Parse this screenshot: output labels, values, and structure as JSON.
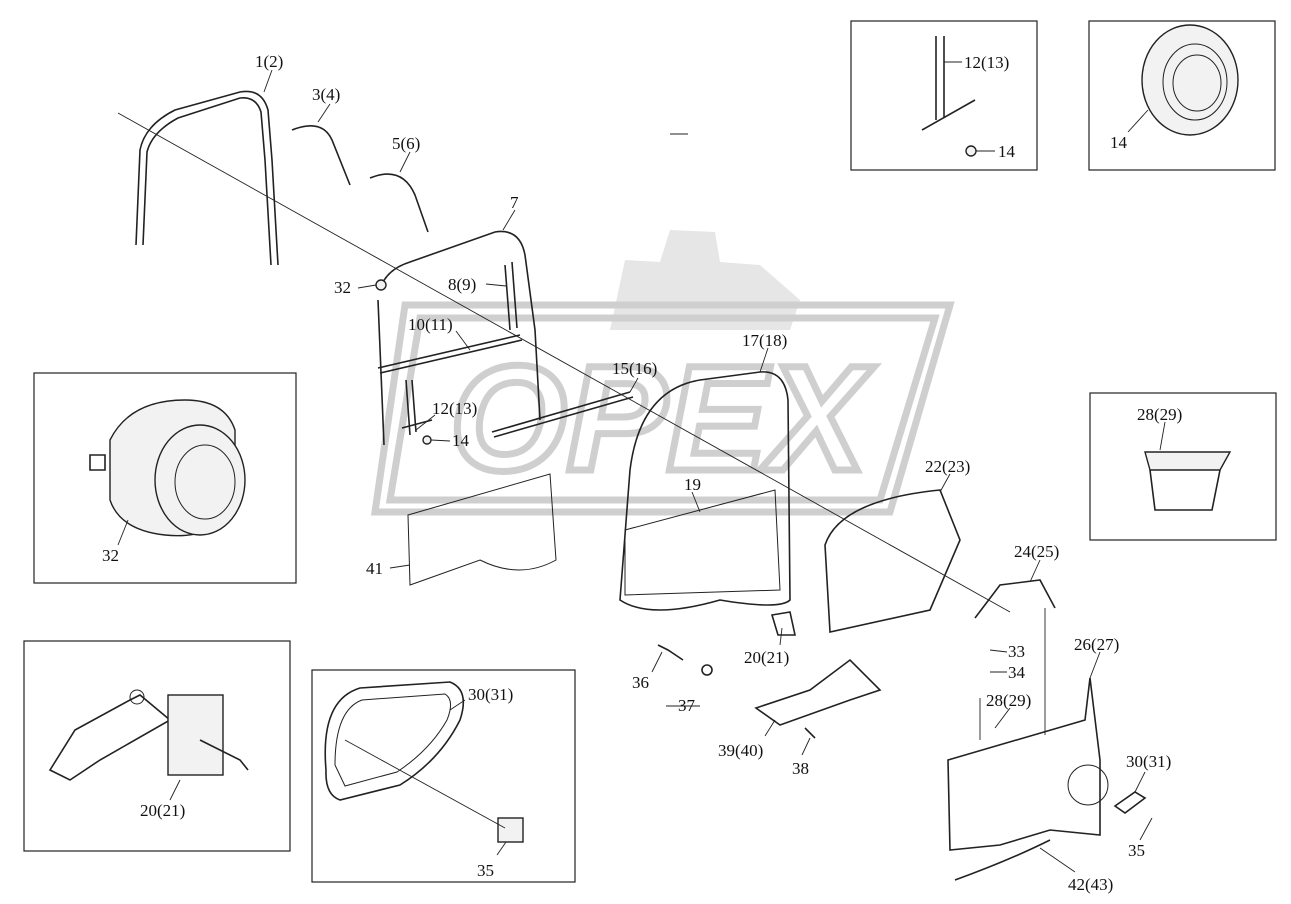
{
  "watermark": {
    "text": "OPEX"
  },
  "callouts": [
    "1(2)",
    "3(4)",
    "5(6)",
    "7",
    "32",
    "8(9)",
    "10(11)",
    "12(13)",
    "14",
    "15(16)",
    "17(18)",
    "19",
    "22(23)",
    "41",
    "20(21)",
    "24(25)",
    "33",
    "34",
    "26(27)",
    "28(29)",
    "36",
    "37",
    "39(40)",
    "38",
    "30(31)",
    "35",
    "42(43)"
  ],
  "insets": {
    "top_right_a": {
      "callouts": [
        "12(13)",
        "14"
      ]
    },
    "top_right_b": {
      "callouts": [
        "14"
      ]
    },
    "left_middle": {
      "callouts": [
        "32"
      ]
    },
    "right_middle": {
      "callouts": [
        "28(29)"
      ]
    },
    "bottom_left": {
      "callouts": [
        "20(21)"
      ]
    },
    "bottom_center": {
      "callouts": [
        "30(31)",
        "35"
      ]
    }
  }
}
